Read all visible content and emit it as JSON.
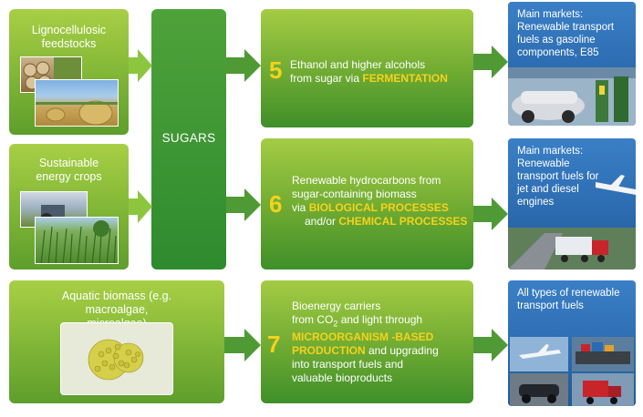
{
  "sources": {
    "lignocellulosic": {
      "title": "Lignocellulosic feedstocks"
    },
    "energy_crops": {
      "title": "Sustainable energy crops"
    },
    "aquatic": {
      "title": "Aquatic biomass (e.g. macroalgae, microalgae)"
    }
  },
  "sugars": {
    "label": "SUGARS"
  },
  "processes": {
    "p5": {
      "number": "5",
      "line1": "Ethanol and higher alcohols",
      "line2_pre": "from sugar via ",
      "line2_hl": "FERMENTATION"
    },
    "p6": {
      "number": "6",
      "line1": "Renewable hydrocarbons from",
      "line2": "sugar-containing biomass",
      "line3_pre": "via  ",
      "line3_hl": "BIOLOGICAL PROCESSES",
      "line4_pre": "and/or  ",
      "line4_hl": "CHEMICAL PROCESSES"
    },
    "p7": {
      "number": "7",
      "line1": "Bioenergy carriers",
      "line2_pre": "from CO",
      "line2_sub": "2",
      "line2_post": "  and light through",
      "line3_hl": "MICROORGANISM -BASED",
      "line4_hl": "PRODUCTION",
      "line4_post": " and  upgrading",
      "line5": "into transport fuels and",
      "line6": "valuable bioproducts"
    }
  },
  "markets": {
    "m5": {
      "text": "Main markets: Renewable transport fuels as gasoline components, E85"
    },
    "m6": {
      "text": "Main markets: Renewable transport fuels for jet and diesel engines"
    },
    "m7": {
      "text": "All types of renewable transport fuels"
    }
  },
  "colors": {
    "highlight": "#f5d21c",
    "arrow": "#8cc63f",
    "market_blue": "#2f6fb4"
  }
}
